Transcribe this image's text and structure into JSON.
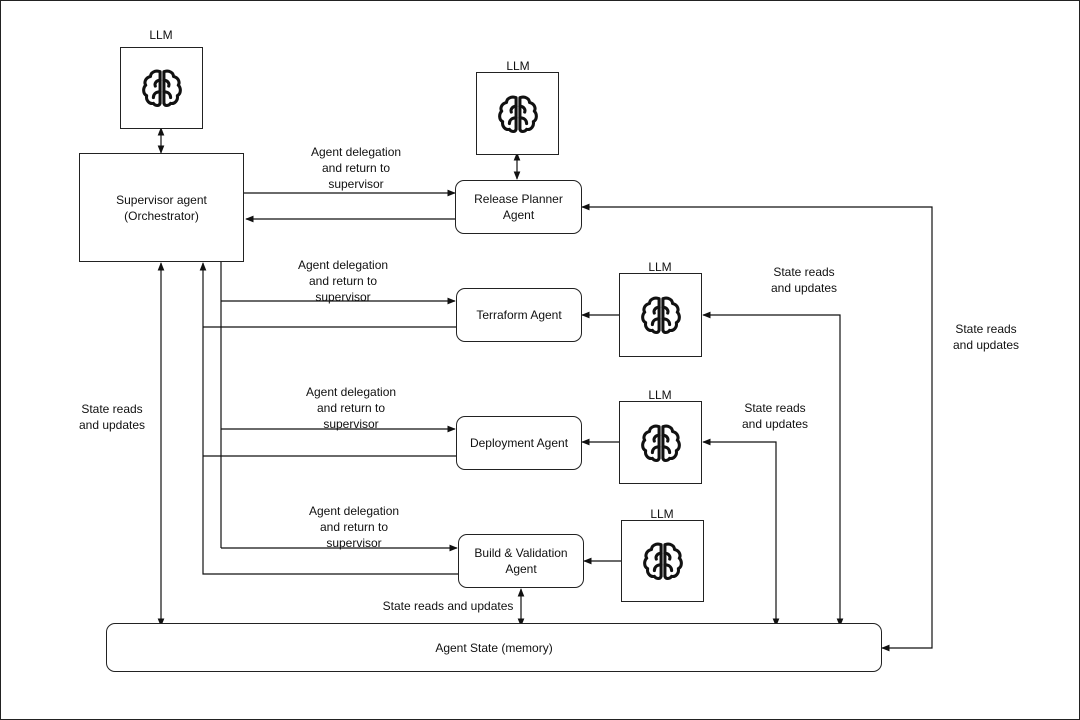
{
  "llm_label": "LLM",
  "icons": {
    "llm": "brain-icon"
  },
  "nodes": {
    "supervisor": "Supervisor agent\n(Orchestrator)",
    "release_planner": "Release Planner\nAgent",
    "terraform": "Terraform Agent",
    "deployment": "Deployment Agent",
    "build_validation": "Build & Validation\nAgent",
    "state": "Agent State (memory)"
  },
  "labels": {
    "delegation_release": "Agent delegation\nand return to\nsupervisor",
    "delegation_terraform": "Agent delegation\nand return to\nsupervisor",
    "delegation_deployment": "Agent delegation\nand return to\nsupervisor",
    "delegation_build": "Agent delegation\nand return to\nsupervisor",
    "state_supervisor": "State reads\nand updates",
    "state_terraform": "State reads\nand updates",
    "state_deployment": "State reads\nand updates",
    "state_release": "State reads\nand updates",
    "state_build": "State reads and updates"
  }
}
